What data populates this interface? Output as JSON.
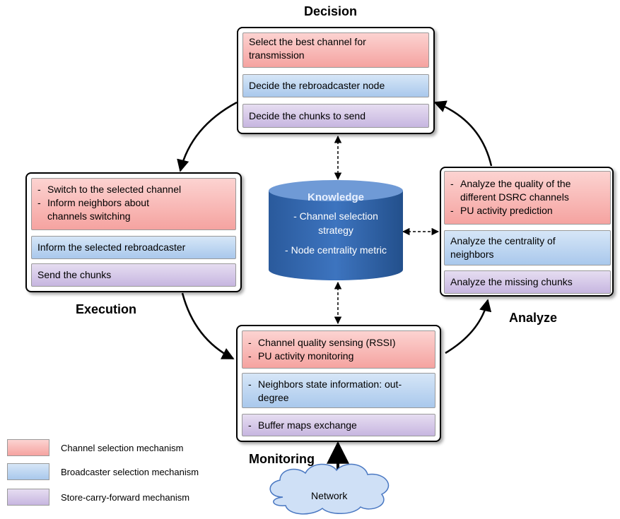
{
  "colors": {
    "channel": "#f5a3a0",
    "broadcaster": "#a9c8ec",
    "store_carry": "#c7b6e0",
    "knowledge": "#3366aa"
  },
  "decision": {
    "title": "Decision",
    "channel_lines": [
      "Select the best channel for",
      "transmission"
    ],
    "broadcaster": "Decide the rebroadcaster node",
    "store": "Decide the chunks to send"
  },
  "execution": {
    "title": "Execution",
    "channel_items": [
      "Switch to the selected channel",
      "Inform neighbors about channels switching"
    ],
    "broadcaster": "Inform the selected rebroadcaster",
    "store": "Send the chunks"
  },
  "analyze": {
    "title": "Analyze",
    "channel_items": [
      "Analyze the quality of the different DSRC channels",
      "PU activity prediction"
    ],
    "broadcaster": "Analyze the centrality of neighbors",
    "store": "Analyze the missing chunks"
  },
  "monitoring": {
    "title": "Monitoring",
    "channel_items": [
      "Channel quality sensing (RSSI)",
      "PU activity monitoring"
    ],
    "broadcaster_items": [
      "Neighbors state information: out-degree"
    ],
    "store_items": [
      "Buffer maps exchange"
    ]
  },
  "knowledge": {
    "title": "Knowledge",
    "items": [
      "Channel selection strategy",
      "Node centrality metric"
    ]
  },
  "network": {
    "label": "Network"
  },
  "legend": {
    "channel": "Channel selection mechanism",
    "broadcaster": "Broadcaster selection mechanism",
    "store": "Store-carry-forward mechanism"
  }
}
